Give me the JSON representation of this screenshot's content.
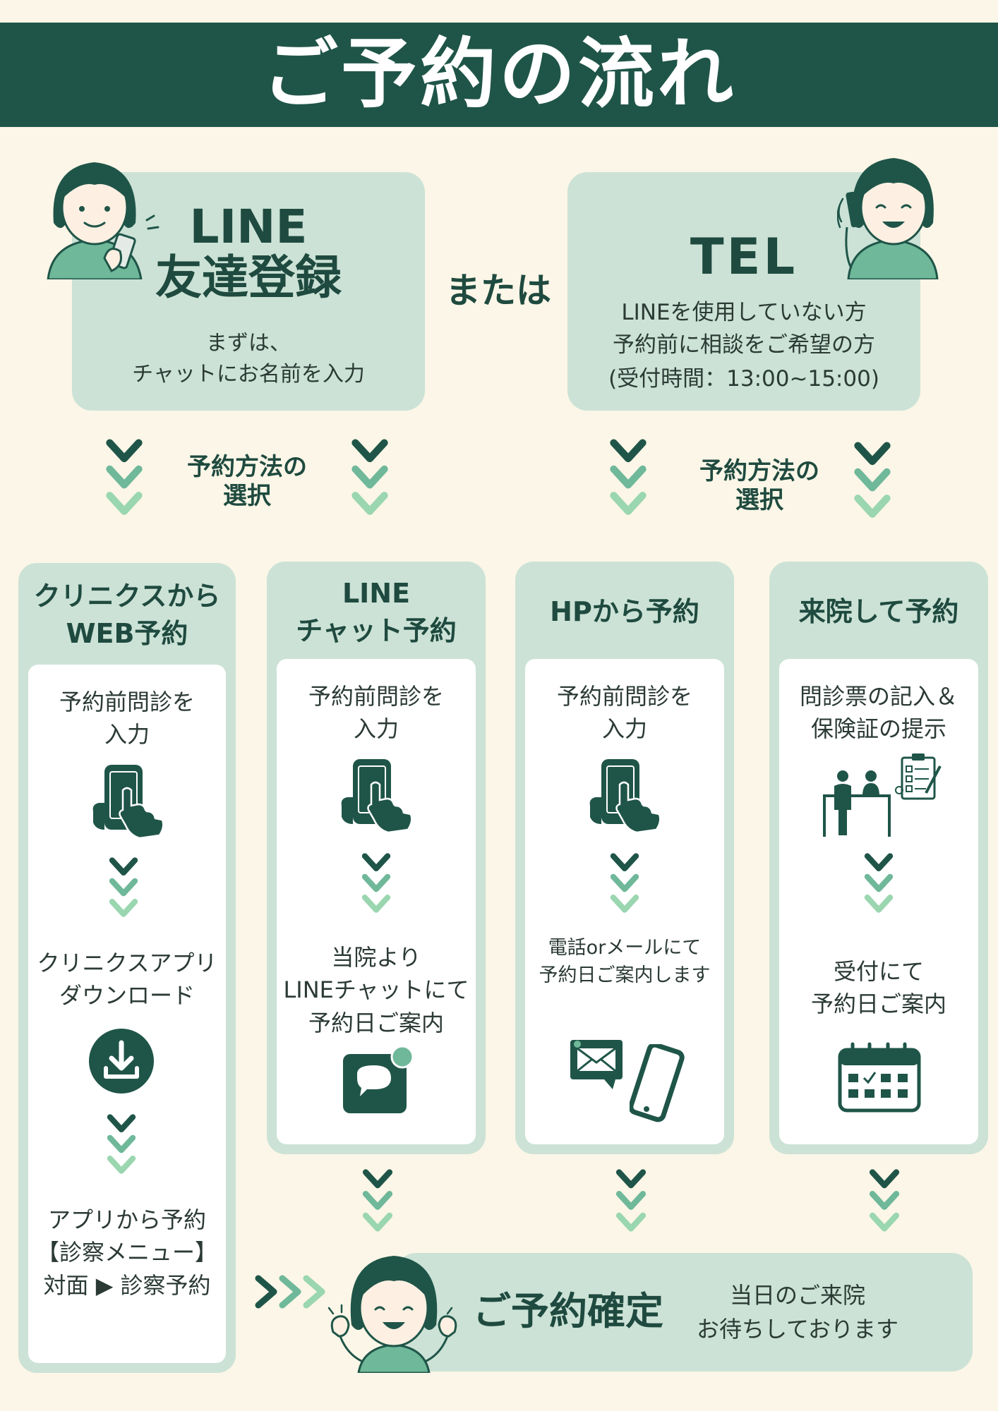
{
  "header": {
    "title": "ご予約の流れ"
  },
  "line_box": {
    "title_line1": "LINE",
    "title_line2": "友達登録",
    "desc_line1": "まずは、",
    "desc_line2": "チャットにお名前を入力"
  },
  "or_label": "または",
  "tel_box": {
    "title": "TEL",
    "desc_line1": "LINEを使用していない方",
    "desc_line2": "予約前に相談をご希望の方",
    "desc_line3": "(受付時間：13:00~15:00)"
  },
  "select_labels": [
    {
      "line1": "予約方法の",
      "line2": "選択"
    },
    {
      "line1": "予約方法の",
      "line2": "選択"
    }
  ],
  "columns": [
    {
      "head_line1": "クリニクスから",
      "head_line2": "WEB予約",
      "step1_line1": "予約前問診を",
      "step1_line2": "入力",
      "step2_line1": "クリニクスアプリ",
      "step2_line2": "ダウンロード",
      "step3_line1": "アプリから予約",
      "step3_line2": "【診察メニュー】",
      "step3_line3": "対面 ▶ 診察予約"
    },
    {
      "head_line1": "LINE",
      "head_line2": "チャット予約",
      "step1_line1": "予約前問診を",
      "step1_line2": "入力",
      "step2_line1": "当院より",
      "step2_line2": "LINEチャットにて",
      "step2_line3": "予約日ご案内"
    },
    {
      "head_line1": "HPから予約",
      "step1_line1": "予約前問診を",
      "step1_line2": "入力",
      "step2_line1": "電話orメールにて",
      "step2_line2": "予約日ご案内します"
    },
    {
      "head_line1": "来院して予約",
      "step1_line1": "問診票の記入＆",
      "step1_line2": "保険証の提示",
      "step2_line1": "受付にて",
      "step2_line2": "予約日ご案内"
    }
  ],
  "confirm": {
    "title": "ご予約確定",
    "msg_line1": "当日のご来院",
    "msg_line2": "お待ちしております"
  },
  "colors": {
    "dark_green": "#1f5548",
    "mid_green": "#6fb89a",
    "light_green": "#9ad6b0",
    "box_green": "#cce2d6",
    "background": "#fbf6e7"
  }
}
